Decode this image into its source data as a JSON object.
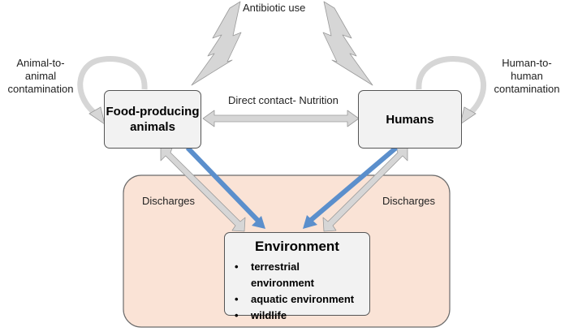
{
  "colors": {
    "background_region": "#fae3d6",
    "region_border": "#6b6b6b",
    "box_fill": "#f2f2f2",
    "arrow_gray": "#d6d6d6",
    "arrow_outline": "#9a9a9a",
    "arrow_blue": "#5b8fcc",
    "lightning_fill": "#d6d6d6"
  },
  "labels": {
    "antibiotic_use": "Antibiotic use",
    "animal_contamination": "Animal-to-\nanimal\ncontamination",
    "human_contamination": "Human-to-\nhuman\ncontamination",
    "direct_contact": "Direct contact- Nutrition",
    "discharges_left": "Discharges",
    "discharges_right": "Discharges"
  },
  "nodes": {
    "animals": "Food-producing\nanimals",
    "humans": "Humans",
    "environment": {
      "title": "Environment",
      "items": [
        "terrestrial environment",
        "aquatic environment",
        "wildlife"
      ]
    }
  }
}
